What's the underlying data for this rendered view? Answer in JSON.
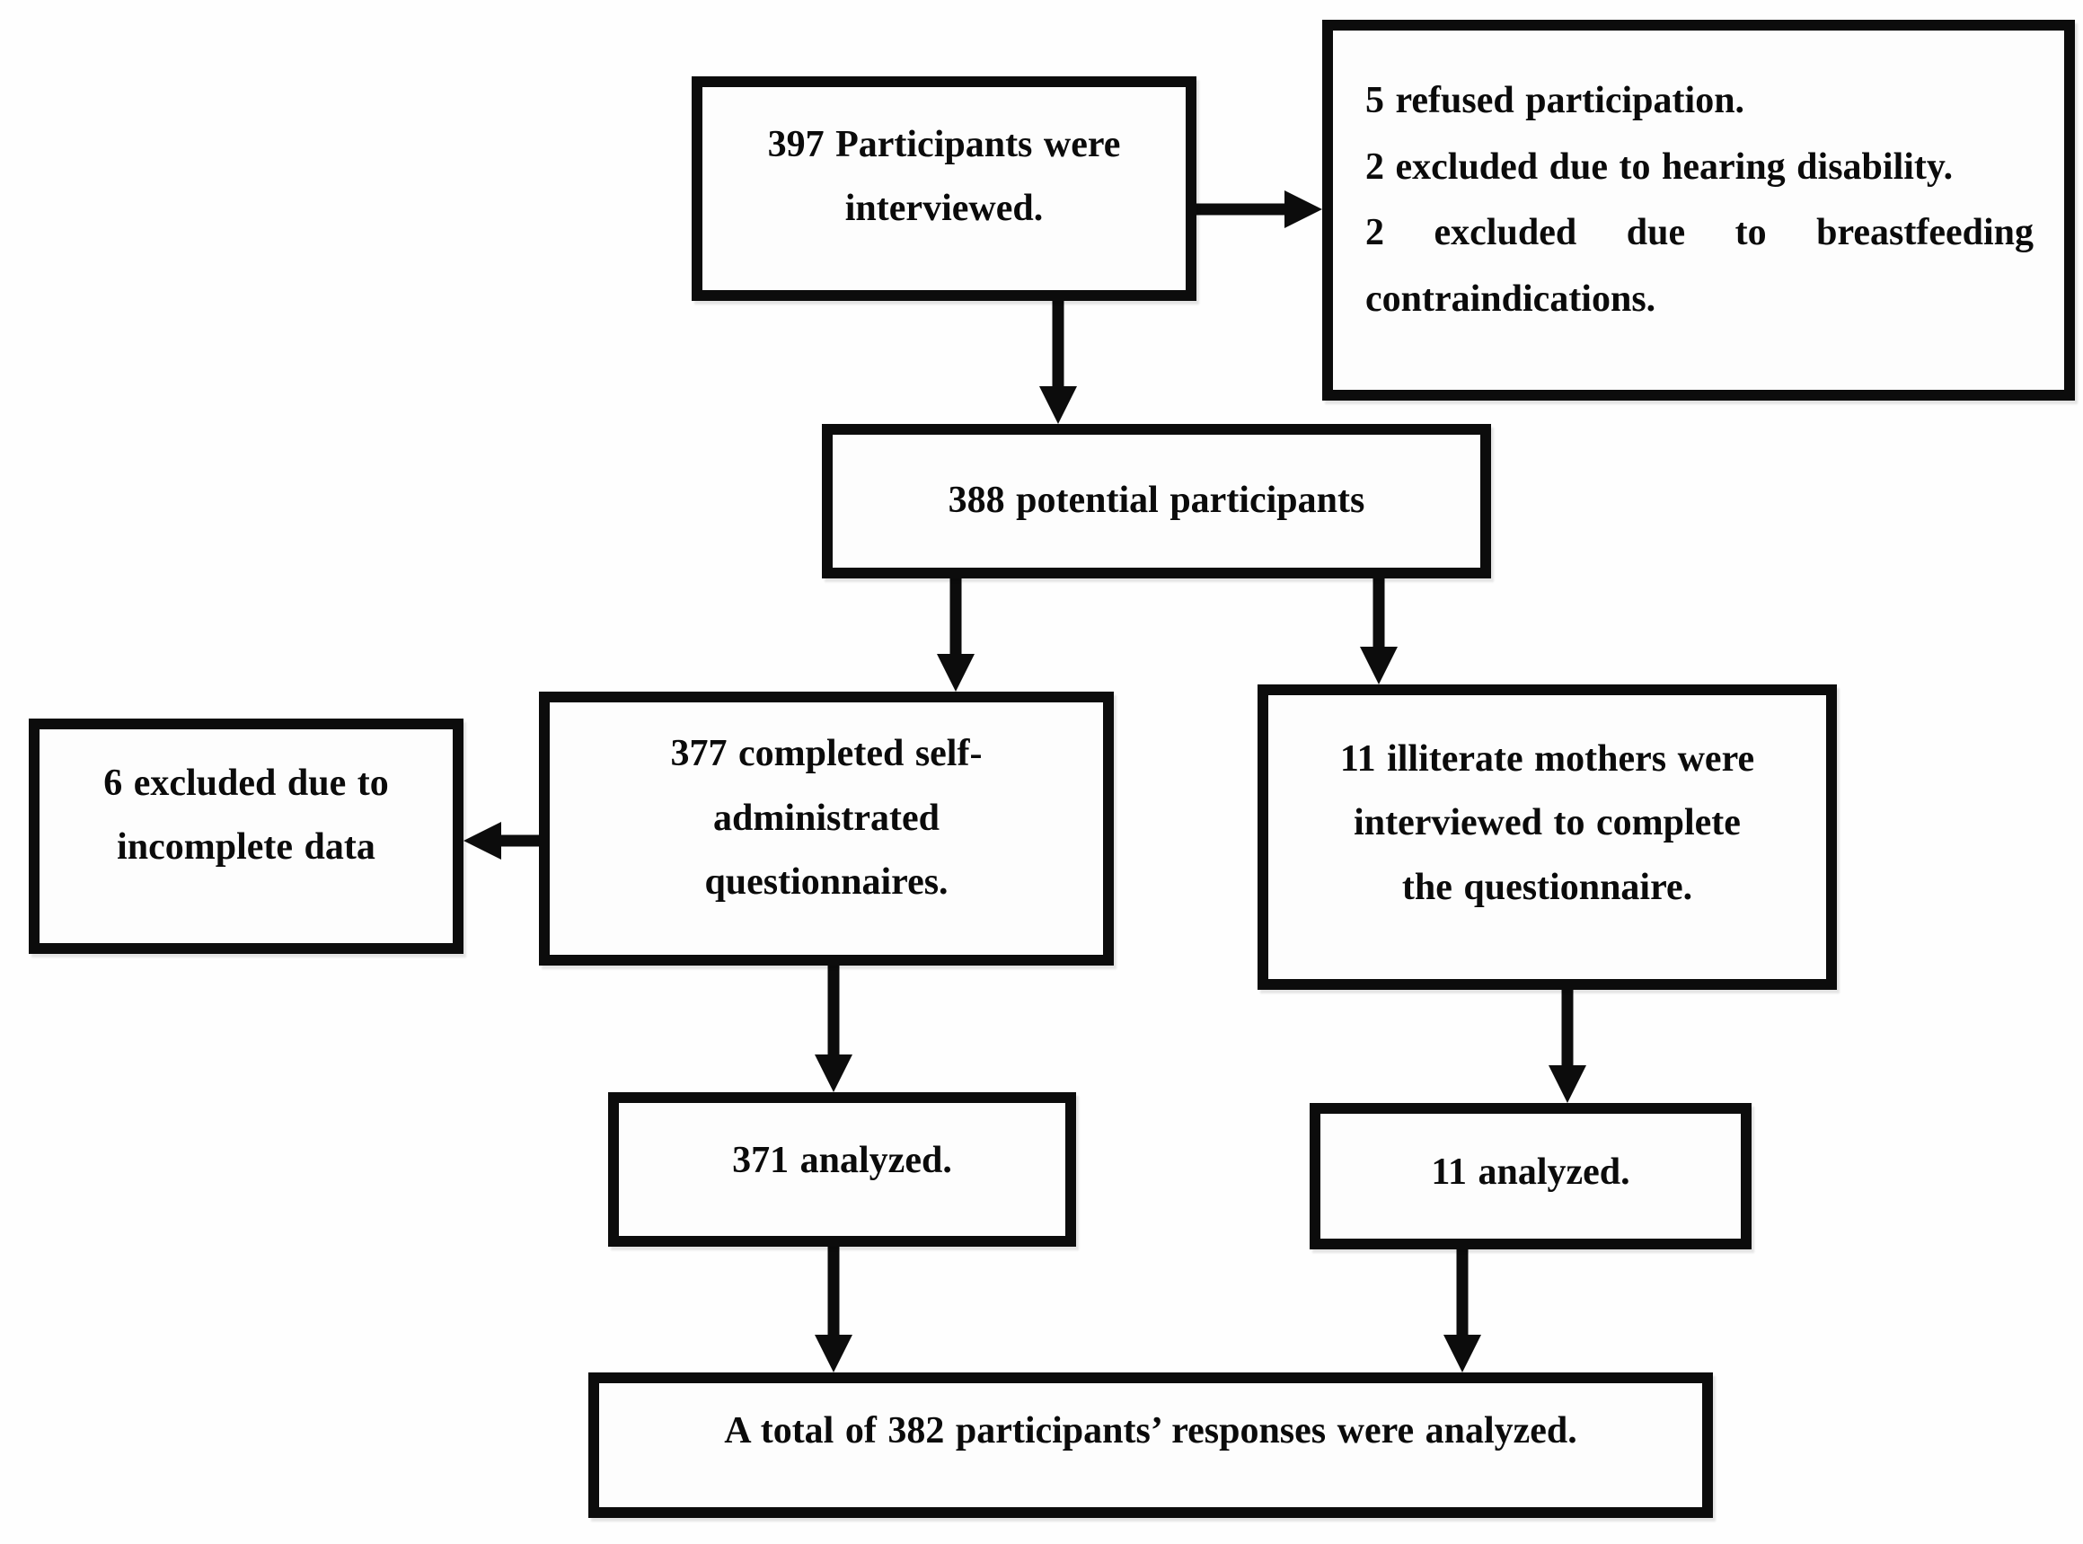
{
  "diagram": {
    "type": "flowchart",
    "nodes": {
      "interviewed": {
        "text": "397 Participants were\ninterviewed."
      },
      "exclusions": {
        "text": "5 refused participation.\n2 excluded due to hearing disability.\n2 excluded due to breastfeeding contraindications."
      },
      "potential": {
        "text": "388 potential participants"
      },
      "self_administrated": {
        "text": "377 completed self-\nadministrated\nquestionnaires."
      },
      "illiterate": {
        "text": "11 illiterate mothers were\ninterviewed to complete\nthe questionnaire."
      },
      "excluded_incomplete": {
        "text": "6 excluded due to\nincomplete data"
      },
      "analyzed_371": {
        "text": "371 analyzed."
      },
      "analyzed_11": {
        "text": "11 analyzed."
      },
      "total": {
        "text": "A total of 382 participants’ responses were analyzed."
      }
    },
    "edges": [
      {
        "from": "interviewed",
        "to": "exclusions"
      },
      {
        "from": "interviewed",
        "to": "potential"
      },
      {
        "from": "potential",
        "to": "self_administrated"
      },
      {
        "from": "potential",
        "to": "illiterate"
      },
      {
        "from": "self_administrated",
        "to": "excluded_incomplete"
      },
      {
        "from": "self_administrated",
        "to": "analyzed_371"
      },
      {
        "from": "illiterate",
        "to": "analyzed_11"
      },
      {
        "from": "analyzed_371",
        "to": "total"
      },
      {
        "from": "analyzed_11",
        "to": "total"
      }
    ],
    "colors": {
      "line": "#0c0c0c",
      "background": "#fefefe",
      "text": "#0b0b0b"
    }
  }
}
